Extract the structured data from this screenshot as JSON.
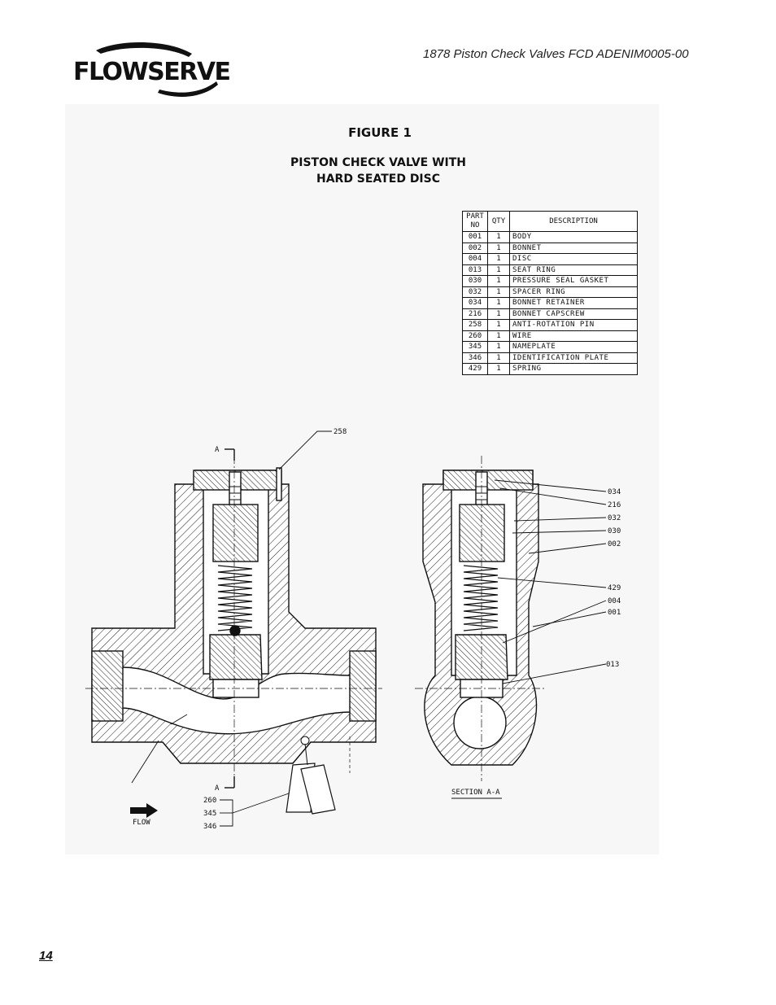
{
  "header": {
    "logo_text": "FLOWSERVE",
    "doc_title": "1878 Piston Check Valves FCD ADENIM0005-00"
  },
  "figure": {
    "number": "FIGURE 1",
    "caption_line1": "PISTON CHECK VALVE WITH",
    "caption_line2": "HARD SEATED DISC"
  },
  "parts_table": {
    "headers": {
      "part_no": "PART NO",
      "qty": "QTY",
      "description": "DESCRIPTION"
    },
    "rows": [
      {
        "no": "001",
        "qty": "1",
        "desc": "BODY"
      },
      {
        "no": "002",
        "qty": "1",
        "desc": "BONNET"
      },
      {
        "no": "004",
        "qty": "1",
        "desc": "DISC"
      },
      {
        "no": "013",
        "qty": "1",
        "desc": "SEAT RING"
      },
      {
        "no": "030",
        "qty": "1",
        "desc": "PRESSURE SEAL GASKET"
      },
      {
        "no": "032",
        "qty": "1",
        "desc": "SPACER RING"
      },
      {
        "no": "034",
        "qty": "1",
        "desc": "BONNET RETAINER"
      },
      {
        "no": "216",
        "qty": "1",
        "desc": "BONNET CAPSCREW"
      },
      {
        "no": "258",
        "qty": "1",
        "desc": "ANTI-ROTATION PIN"
      },
      {
        "no": "260",
        "qty": "1",
        "desc": "WIRE"
      },
      {
        "no": "345",
        "qty": "1",
        "desc": "NAMEPLATE"
      },
      {
        "no": "346",
        "qty": "1",
        "desc": "IDENTIFICATION PLATE"
      },
      {
        "no": "429",
        "qty": "1",
        "desc": "SPRING"
      }
    ]
  },
  "callouts": {
    "c258": "258",
    "c034": "034",
    "c216": "216",
    "c032": "032",
    "c030": "030",
    "c002": "002",
    "c429": "429",
    "c004": "004",
    "c001": "001",
    "c013": "013",
    "c260": "260",
    "c345": "345",
    "c346": "346",
    "section_top": "A",
    "section_bottom": "A",
    "section_label": "SECTION A-A",
    "flow": "FLOW"
  },
  "footer": {
    "page_number": "14"
  }
}
